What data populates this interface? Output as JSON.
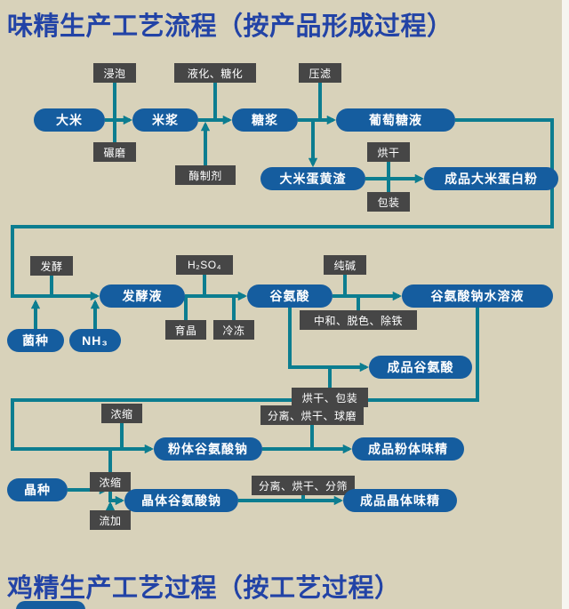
{
  "titles": {
    "top": "味精生产工艺流程（按产品形成过程）",
    "bottom": "鸡精生产工艺过程（按工艺过程）"
  },
  "colors": {
    "background": "#d8d2ba",
    "pill": "#155d9f",
    "tag": "#464646",
    "line": "#0c7d90",
    "title": "#2243a6"
  },
  "pills": {
    "rice": "大米",
    "rice_milk": "米浆",
    "syrup": "糖浆",
    "glucose_liquid": "葡萄糖液",
    "rice_protein_residue": "大米蛋黄渣",
    "finished_rice_protein_powder": "成品大米蛋白粉",
    "strain": "菌种",
    "ammonia": "NH₃",
    "fermentation_broth": "发酵液",
    "glutamic_acid": "谷氨酸",
    "sodium_glutamate_solution": "谷氨酸钠水溶液",
    "finished_glutamic_acid": "成品谷氨酸",
    "powdered_sodium_glutamate": "粉体谷氨酸钠",
    "finished_powdered_msg": "成品粉体味精",
    "seed_crystal": "晶种",
    "crystal_sodium_glutamate": "晶体谷氨酸钠",
    "finished_crystal_msg": "成品晶体味精"
  },
  "steps": {
    "soaking": "浸泡",
    "liquefaction_saccharification": "液化、糖化",
    "press_filtration": "压滤",
    "milling": "碾磨",
    "enzyme_preparation": "酶制剂",
    "drying_top": "烘干",
    "packaging_top": "包装",
    "fermentation": "发酵",
    "sulfuric_acid": "H₂SO₄",
    "soda_ash": "纯碱",
    "crystal_growing": "育晶",
    "freezing": "冷冻",
    "neutralize_decolor_deiron": "中和、脱色、除铁",
    "drying_packaging": "烘干、包装",
    "concentration_powder": "浓缩",
    "separation_drying_ballmill": "分离、烘干、球磨",
    "concentration_crystal": "浓缩",
    "separation_drying_sieving": "分离、烘干、分筛",
    "fed_addition": "流加"
  }
}
